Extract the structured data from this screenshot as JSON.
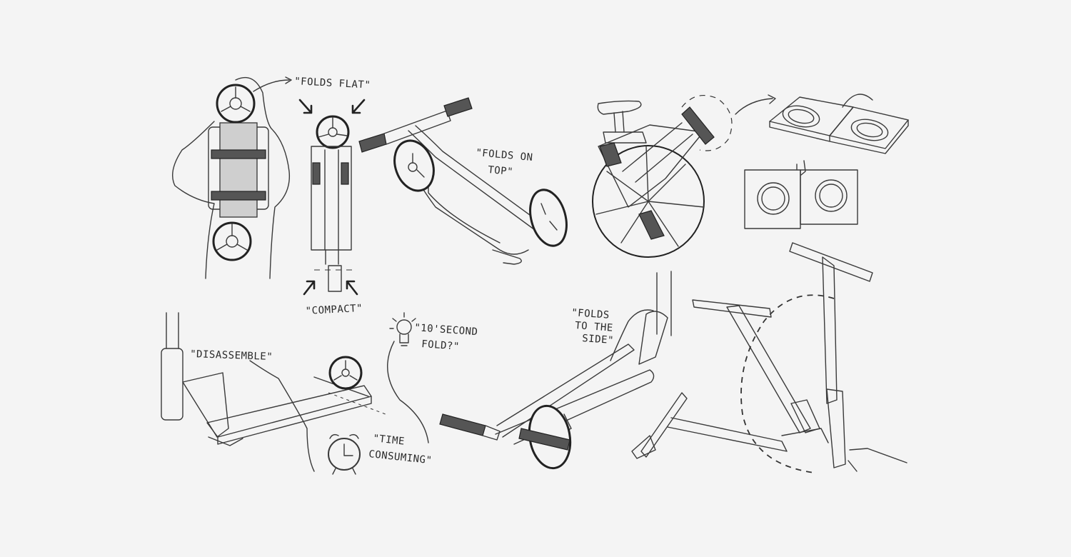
{
  "annotations": {
    "folds_flat": "\"FOLDS FLAT\"",
    "folds_on_top_1": "\"FOLDS ON",
    "folds_on_top_2": "TOP\"",
    "compact": "\"COMPACT\"",
    "disassemble": "\"DISASSEMBLE\"",
    "ten_second_1": "\"10'SECOND",
    "ten_second_2": "FOLD?\"",
    "time_consuming_1": "\"TIME",
    "time_consuming_2": "CONSUMING\"",
    "folds_side_1": "\"FOLDS",
    "folds_side_2": "TO THE",
    "folds_side_3": "SIDE\""
  },
  "colors": {
    "background": "#f4f4f4",
    "ink": "#2a2a2a"
  }
}
